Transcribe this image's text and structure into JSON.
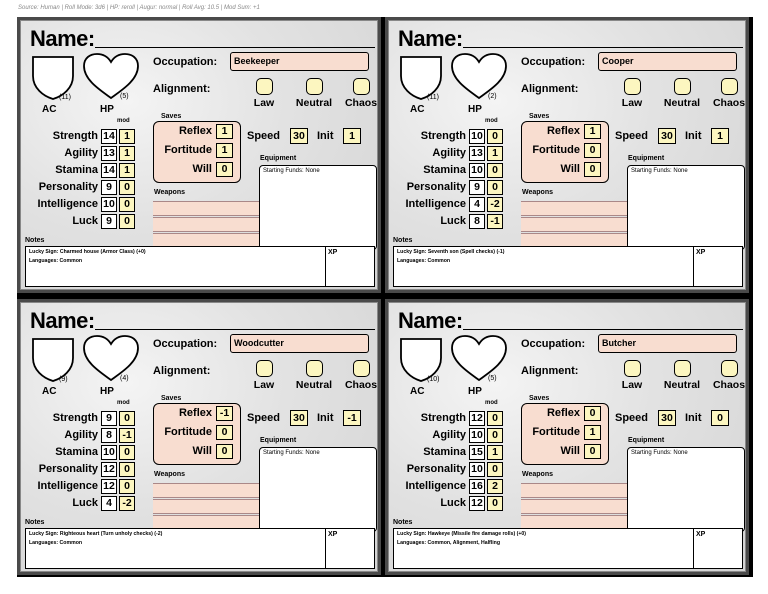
{
  "source_line": "Source: Human | Roll Mode: 3d6 | HP: reroll | Augur: normal | Roll Avg: 10.5 | Mod Sum: +1",
  "labels": {
    "name": "Name:",
    "occupation": "Occupation:",
    "alignment": "Alignment:",
    "law": "Law",
    "neutral": "Neutral",
    "chaos": "Chaos",
    "ac": "AC",
    "hp": "HP",
    "mod": "mod",
    "saves": "Saves",
    "reflex": "Reflex",
    "fortitude": "Fortitude",
    "will": "Will",
    "speed": "Speed",
    "init": "Init",
    "equipment": "Equipment",
    "weapons": "Weapons",
    "notes": "Notes",
    "xp": "XP",
    "attributes": [
      "Strength",
      "Agility",
      "Stamina",
      "Personality",
      "Intelligence",
      "Luck"
    ]
  },
  "colors": {
    "pink": "#f8ddd0",
    "yellow": "#fcf6c0"
  },
  "cards": [
    {
      "occupation": "Beekeeper",
      "ac": "(11)",
      "hp": "(5)",
      "attributes": [
        {
          "value": "14",
          "mod": "1"
        },
        {
          "value": "13",
          "mod": "1"
        },
        {
          "value": "14",
          "mod": "1"
        },
        {
          "value": "9",
          "mod": "0"
        },
        {
          "value": "10",
          "mod": "0"
        },
        {
          "value": "9",
          "mod": "0"
        }
      ],
      "saves": {
        "reflex": "1",
        "fortitude": "1",
        "will": "0"
      },
      "speed": "30",
      "init": "1",
      "equipment": "Starting Funds: None",
      "notes_line1": "Lucky Sign: Charmed house (Armor Class) (+0)",
      "notes_line2": "Languages: Common"
    },
    {
      "occupation": "Cooper",
      "ac": "(11)",
      "hp": "(2)",
      "attributes": [
        {
          "value": "10",
          "mod": "0"
        },
        {
          "value": "13",
          "mod": "1"
        },
        {
          "value": "10",
          "mod": "0"
        },
        {
          "value": "9",
          "mod": "0"
        },
        {
          "value": "4",
          "mod": "-2"
        },
        {
          "value": "8",
          "mod": "-1"
        }
      ],
      "saves": {
        "reflex": "1",
        "fortitude": "0",
        "will": "0"
      },
      "speed": "30",
      "init": "1",
      "equipment": "Starting Funds: None",
      "notes_line1": "Lucky Sign: Seventh son (Spell checks) (-1)",
      "notes_line2": "Languages: Common"
    },
    {
      "occupation": "Woodcutter",
      "ac": "(9)",
      "hp": "(4)",
      "attributes": [
        {
          "value": "9",
          "mod": "0"
        },
        {
          "value": "8",
          "mod": "-1"
        },
        {
          "value": "10",
          "mod": "0"
        },
        {
          "value": "12",
          "mod": "0"
        },
        {
          "value": "12",
          "mod": "0"
        },
        {
          "value": "4",
          "mod": "-2"
        }
      ],
      "saves": {
        "reflex": "-1",
        "fortitude": "0",
        "will": "0"
      },
      "speed": "30",
      "init": "-1",
      "equipment": "Starting Funds: None",
      "notes_line1": "Lucky Sign: Righteous heart (Turn unholy checks) (-2)",
      "notes_line2": "Languages: Common"
    },
    {
      "occupation": "Butcher",
      "ac": "(10)",
      "hp": "(5)",
      "attributes": [
        {
          "value": "12",
          "mod": "0"
        },
        {
          "value": "10",
          "mod": "0"
        },
        {
          "value": "15",
          "mod": "1"
        },
        {
          "value": "10",
          "mod": "0"
        },
        {
          "value": "16",
          "mod": "2"
        },
        {
          "value": "12",
          "mod": "0"
        }
      ],
      "saves": {
        "reflex": "0",
        "fortitude": "1",
        "will": "0"
      },
      "speed": "30",
      "init": "0",
      "equipment": "Starting Funds: None",
      "notes_line1": "Lucky Sign: Hawkeye (Missile fire damage rolls) (+0)",
      "notes_line2": "Languages: Common, Alignment, Halfling"
    }
  ]
}
